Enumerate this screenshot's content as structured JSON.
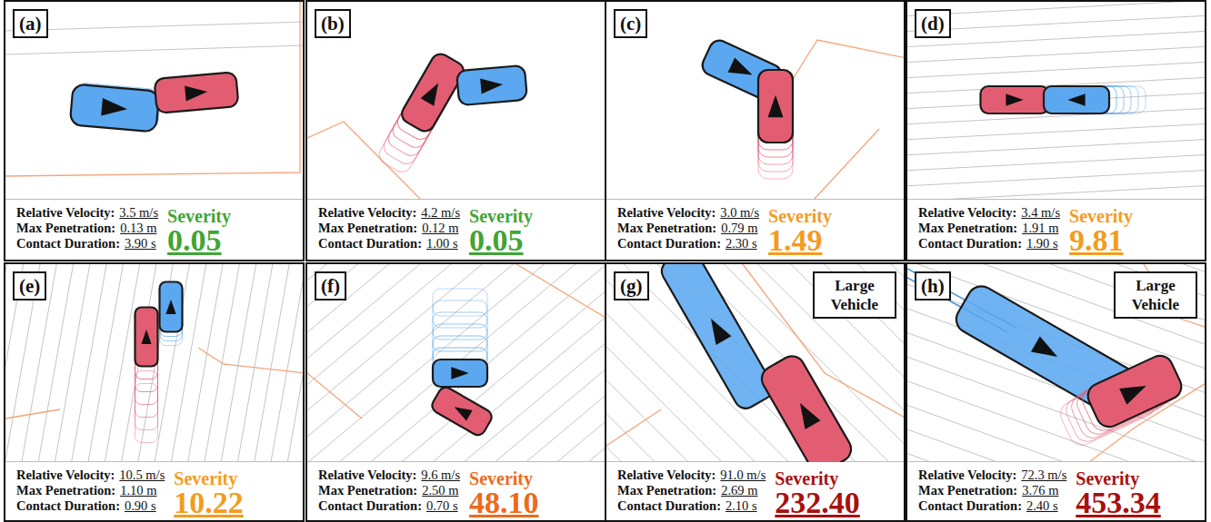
{
  "diagram": {
    "nodes": [
      {
        "text": [
          "Relative Velocity:",
          "3.5 m/s",
          "Max Penetration:",
          "0.13 m",
          "Contact Duration:",
          "3.90 s",
          "Severity",
          "0.05"
        ]
      },
      {
        "text": [
          "(a)"
        ],
        "in": 0
      },
      {
        "text": [
          "Relative Velocity:",
          "4.2 m/s",
          "Max Penetration:",
          "0.12 m",
          "Contact Duration:",
          "1.00 s",
          "Severity",
          "0.05"
        ]
      },
      {
        "text": [
          "(b)"
        ],
        "in": 2
      },
      {
        "text": [
          "Relative Velocity:",
          "3.0 m/s",
          "Max Penetration:",
          "0.79 m",
          "Contact Duration:",
          "2.30 s",
          "Severity",
          "1.49"
        ]
      },
      {
        "text": [
          "(c)"
        ],
        "in": 4
      },
      {
        "text": [
          "Relative Velocity:",
          "3.4 m/s",
          "Max Penetration:",
          "1.91 m",
          "Contact Duration:",
          "1.90 s",
          "Severity",
          "9.81"
        ]
      },
      {
        "text": [
          "(d)"
        ],
        "in": 6
      },
      {
        "text": [
          "Relative Velocity:",
          "10.5 m/s",
          "Max Penetration:",
          "1.10 m",
          "Contact Duration:",
          "0.90 s",
          "Severity",
          "10.22"
        ]
      },
      {
        "text": [
          "(e)"
        ],
        "in": 8
      },
      {
        "text": [
          "Relative Velocity:",
          "9.6 m/s",
          "Max Penetration:",
          "2.50 m",
          "Contact Duration:",
          "0.70 s",
          "Severity",
          "48.10"
        ]
      },
      {
        "text": [
          "(f)"
        ],
        "in": 10
      },
      {
        "text": [
          "Relative Velocity:",
          "91.0 m/s",
          "Max Penetration:",
          "2.69 m",
          "Contact Duration:",
          "2.10 s",
          "Severity",
          "232.40"
        ]
      },
      {
        "text": [
          "(g)"
        ],
        "in": 12
      },
      {
        "text": [
          "Large Vehicle"
        ],
        "in": 12
      },
      {
        "text": [
          "Relative Velocity:",
          "72.3 m/s",
          "Max Penetration:",
          "3.76 m",
          "Contact Duration:",
          "2.40 s",
          "Severity",
          "453.34"
        ]
      },
      {
        "text": [
          "(h)"
        ],
        "in": 15
      },
      {
        "text": [
          "Large Vehicle"
        ],
        "in": 15
      }
    ]
  }
}
